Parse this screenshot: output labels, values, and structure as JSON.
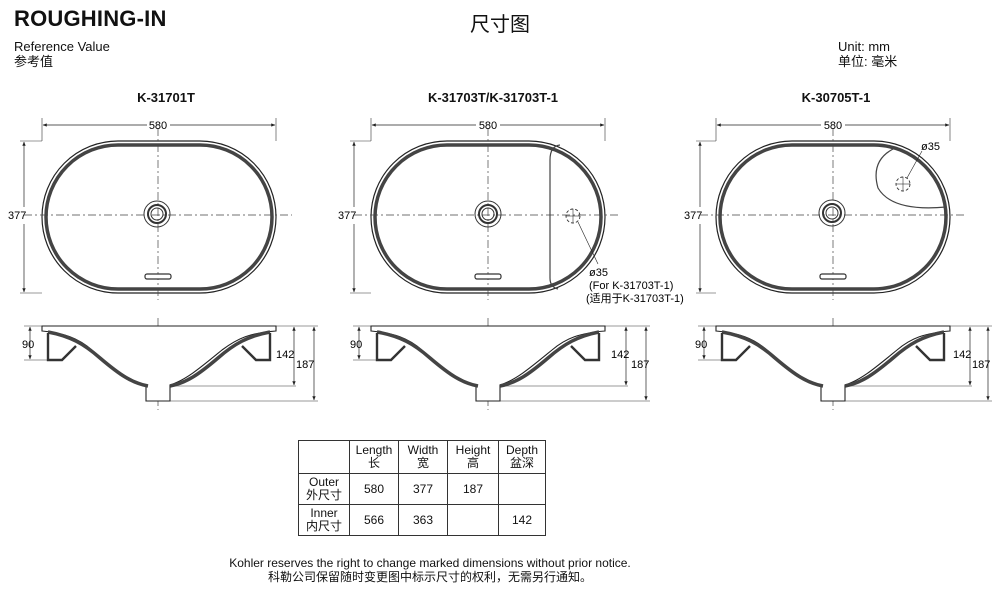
{
  "header": {
    "title": "ROUGHING-IN",
    "center_title": "尺寸图",
    "ref_en": "Reference Value",
    "ref_cn": "参考值",
    "unit_en": "Unit: mm",
    "unit_cn": "单位: 毫米"
  },
  "models": [
    "K-31701T",
    "K-31703T/K-31703T-1",
    "K-30705T-1"
  ],
  "dims": {
    "length": "580",
    "width": "377",
    "outer_height": "187",
    "inner_depth": "142",
    "rim_height": "90",
    "hole": "ø35"
  },
  "callout": {
    "dia": "ø35",
    "line1": "(For K-31703T-1)",
    "line2": "(适用于K-31703T-1)"
  },
  "table": {
    "headers": [
      {
        "en": "Length",
        "cn": "长"
      },
      {
        "en": "Width",
        "cn": "宽"
      },
      {
        "en": "Height",
        "cn": "高"
      },
      {
        "en": "Depth",
        "cn": "盆深"
      }
    ],
    "rows": [
      {
        "en": "Outer",
        "cn": "外尺寸",
        "values": [
          "580",
          "377",
          "187",
          ""
        ]
      },
      {
        "en": "Inner",
        "cn": "内尺寸",
        "values": [
          "566",
          "363",
          "",
          "142"
        ]
      }
    ]
  },
  "note": {
    "en": "Kohler reserves the right to change marked dimensions without prior notice.",
    "cn": "科勒公司保留随时变更图中标示尺寸的权利，无需另行通知。"
  }
}
